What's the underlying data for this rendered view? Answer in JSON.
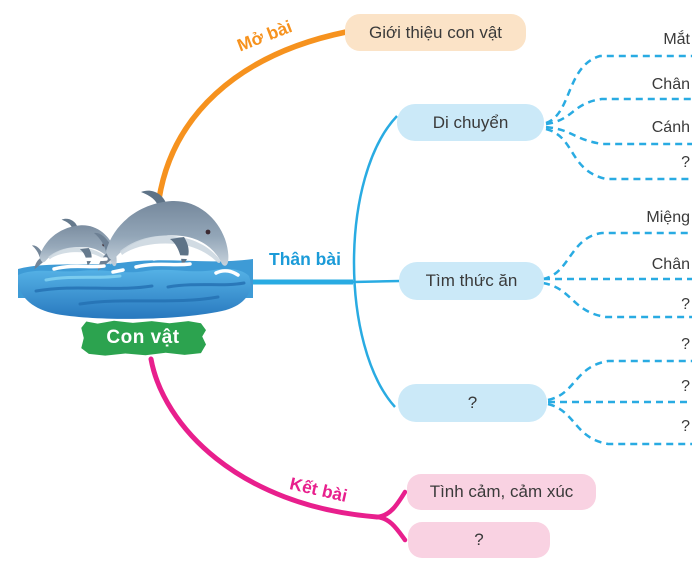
{
  "diagram": {
    "root_label": "Con vật",
    "intro": {
      "branch_label": "Mở bài",
      "node": "Giới thiệu con vật"
    },
    "body": {
      "branch_label": "Thân bài",
      "topics": [
        {
          "label": "Di chuyển",
          "leaves": [
            "Mắt",
            "Chân",
            "Cánh",
            "?"
          ]
        },
        {
          "label": "Tìm thức ăn",
          "leaves": [
            "Miệng",
            "Chân",
            "?"
          ]
        },
        {
          "label": "?",
          "leaves": [
            "?",
            "?",
            "?"
          ]
        }
      ]
    },
    "conclusion": {
      "branch_label": "Kết bài",
      "nodes": [
        "Tình cảm, cảm xúc",
        "?"
      ]
    },
    "illustration_alt": "Two dolphins leaping over blue sea waves",
    "colors": {
      "orange_branch": "#f6921e",
      "blue_branch": "#29abe2",
      "blue_node_fill": "#cbe9f8",
      "peach_node_fill": "#fbe3c7",
      "pink_node_fill": "#f9d2e2",
      "magenta_branch": "#e81f8d",
      "green_root": "#2ca34f",
      "blue_label_text": "#1b9bd8",
      "node_text": "#3a3a3a"
    }
  }
}
